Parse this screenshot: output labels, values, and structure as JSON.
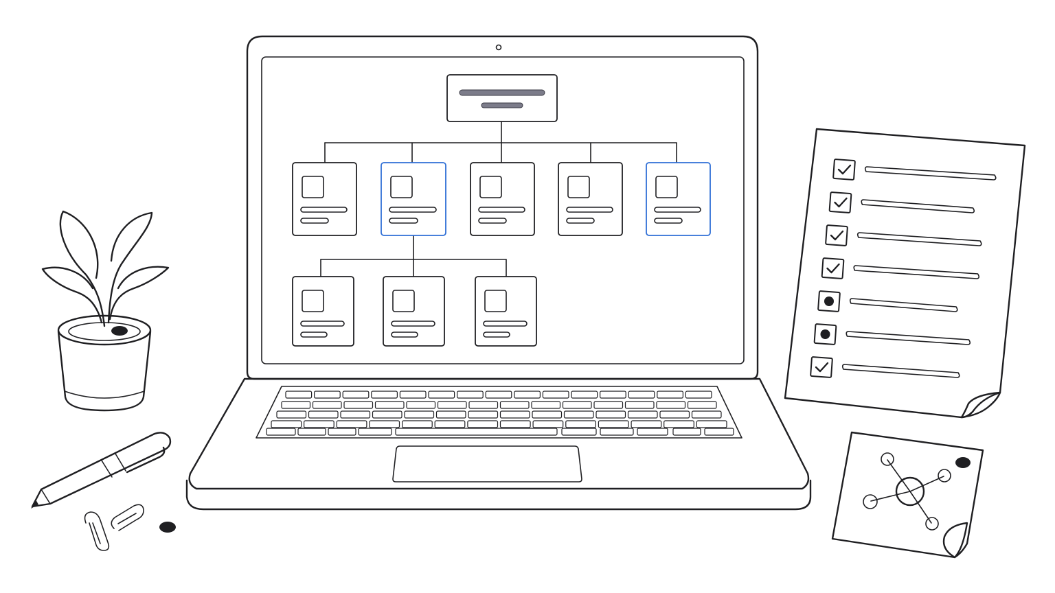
{
  "colors": {
    "ink": "#1f1f22",
    "paper": "#ffffff",
    "highlight": "#2f6fd6",
    "root_bar": "#7c7c8a"
  },
  "org_chart": {
    "nodes": [
      {
        "id": "root",
        "level": 0,
        "highlighted": false
      },
      {
        "id": "n1",
        "level": 1,
        "highlighted": false
      },
      {
        "id": "n2",
        "level": 1,
        "highlighted": true
      },
      {
        "id": "n3",
        "level": 1,
        "highlighted": false
      },
      {
        "id": "n4",
        "level": 1,
        "highlighted": false
      },
      {
        "id": "n5",
        "level": 1,
        "highlighted": true
      },
      {
        "id": "n6",
        "level": 2,
        "parent": "n2",
        "highlighted": false
      },
      {
        "id": "n7",
        "level": 2,
        "parent": "n2",
        "highlighted": false
      },
      {
        "id": "n8",
        "level": 2,
        "parent": "n2",
        "highlighted": false
      }
    ]
  },
  "checklist": {
    "items": [
      {
        "state": "checked"
      },
      {
        "state": "checked"
      },
      {
        "state": "checked"
      },
      {
        "state": "checked"
      },
      {
        "state": "dot"
      },
      {
        "state": "dot"
      },
      {
        "state": "checked"
      }
    ]
  },
  "icons": [
    "potted-plant-icon",
    "pen-icon",
    "paperclip-icon",
    "sticky-note-icon",
    "network-icon",
    "checkbox-icon"
  ]
}
